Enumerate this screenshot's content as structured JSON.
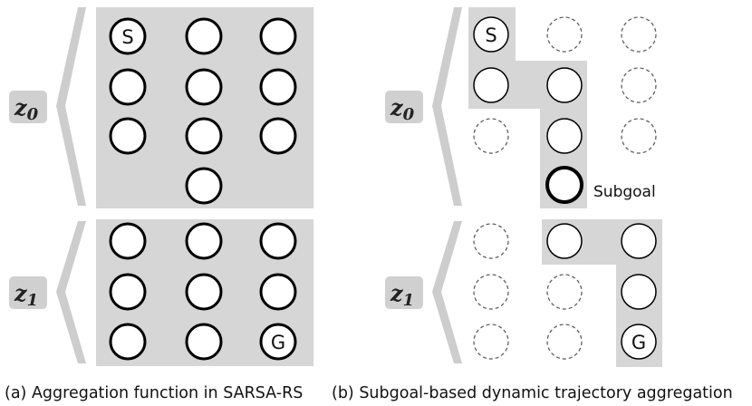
{
  "panel_a": {
    "caption": "(a) Aggregation function in SARSA-RS",
    "z0_label": "z",
    "z0_sub": "0",
    "z1_label": "z",
    "z1_sub": "1",
    "start_label": "S",
    "goal_label": "G"
  },
  "panel_b": {
    "caption": "(b) Subgoal-based dynamic trajectory aggregation",
    "z0_label": "z",
    "z0_sub": "0",
    "z1_label": "z",
    "z1_sub": "1",
    "start_label": "S",
    "goal_label": "G",
    "subgoal_label": "Subgoal"
  },
  "colors": {
    "region_fill": "#d6d6d6",
    "chevron": "#cdcdcd",
    "label_box": "#d0d0d0",
    "circle_stroke": "#000000",
    "dashed_stroke": "#555555"
  }
}
